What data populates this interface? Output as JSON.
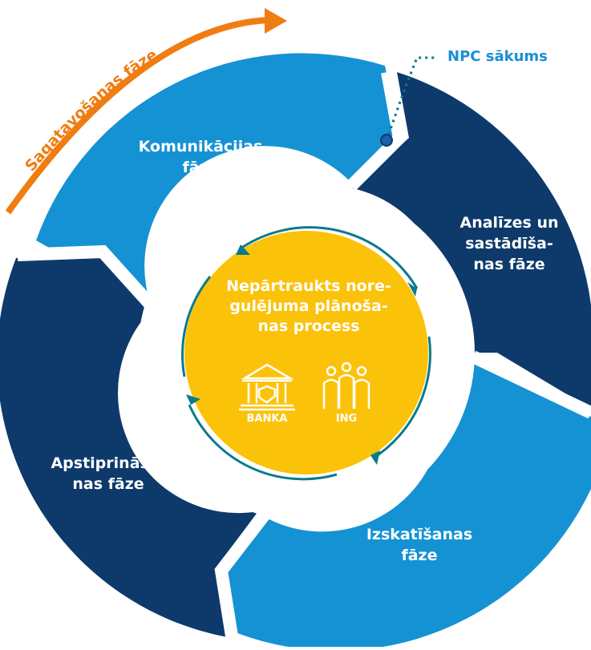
{
  "colors": {
    "dark_navy": "#0d3a6b",
    "light_blue": "#1592d3",
    "yellow": "#fbc20a",
    "orange": "#f07d12",
    "teal": "#0b7a8c",
    "npc_blue": "#1a8ed6"
  },
  "top_arrow": {
    "label": "Sagatavošanas fāze"
  },
  "npc": {
    "label": "NPC sākums"
  },
  "segments": [
    {
      "name": "Komunikācijas fāze",
      "lines": [
        "Komunikācijas",
        "fāze"
      ],
      "color": "light_blue"
    },
    {
      "name": "Analīzes un sastādīšanas fāze",
      "lines": [
        "Analīzes un",
        "sastādīša-",
        "nas fāze"
      ],
      "color": "dark_navy"
    },
    {
      "name": "Izskatīšanas fāze",
      "lines": [
        "Izskatīšanas",
        "fāze"
      ],
      "color": "light_blue"
    },
    {
      "name": "Apstiprināšanas fāze",
      "lines": [
        "Apstiprināša-",
        "nas fāze"
      ],
      "color": "dark_navy"
    }
  ],
  "center": {
    "title_lines": [
      "Nepārtraukts nore-",
      "gulējuma plānoša-",
      "nas process"
    ],
    "icons": [
      {
        "icon": "bank-building-icon",
        "caption": "BANKA"
      },
      {
        "icon": "people-group-icon",
        "caption": "ING"
      }
    ]
  }
}
